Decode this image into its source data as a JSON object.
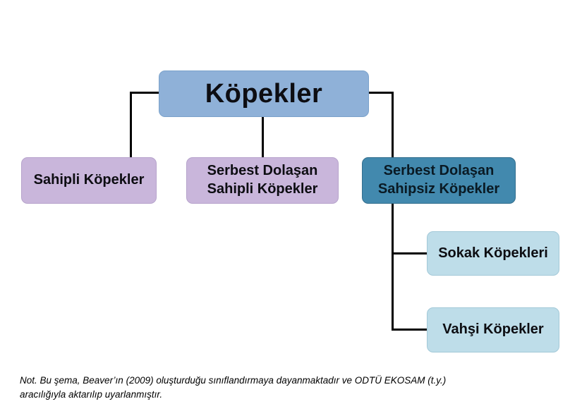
{
  "diagram": {
    "root": {
      "label": "Köpekler"
    },
    "level1": [
      {
        "label": "Sahipli Köpekler"
      },
      {
        "label": "Serbest Dolaşan Sahipli Köpekler"
      },
      {
        "label": "Serbest Dolaşan Sahipsiz Köpekler"
      }
    ],
    "level2": [
      {
        "label": "Sokak Köpekleri",
        "parent": "Serbest Dolaşan Sahipsiz Köpekler"
      },
      {
        "label": "Vahşi Köpekler",
        "parent": "Serbest Dolaşan Sahipsiz Köpekler"
      }
    ],
    "note": {
      "line1": "Not. Bu şema, Beaver’ın (2009) oluşturduğu sınıflandırmaya dayanmaktadır ve ODTÜ EKOSAM (t.y.)",
      "line2": "aracılığıyla aktarılıp uyarlanmıştır."
    }
  },
  "colors": {
    "background": "#ffffff",
    "root_box": "#8fb1d8",
    "owned_boxes": "#c9b6db",
    "unowned_box": "#4289ae",
    "leaf_boxes": "#bedde9",
    "connector": "#000000",
    "text": "#0d0d12"
  }
}
